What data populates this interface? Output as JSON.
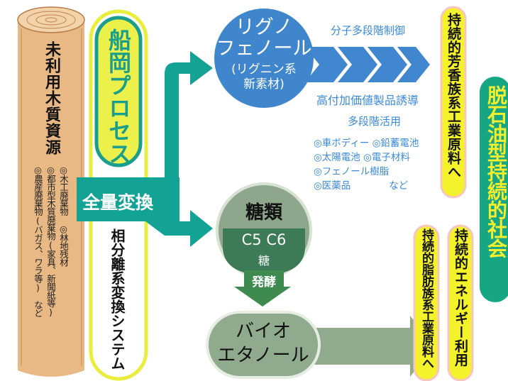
{
  "colors": {
    "log_wood": "#e9b985",
    "log_top": "#f3d3aa",
    "log_ring": "#b77a45",
    "funaoka_green": "#1a9e8d",
    "funaoka_border": "#e9ee3c",
    "funaoka_yellow": "#ecf04a",
    "teal_arrow": "#13a394",
    "lignin_blue": "#3f86cc",
    "chevron_blue": "#4187cf",
    "sugar_green": "#8ea78c",
    "sugar_dark": "#3d7a56",
    "ferment_green": "#3f8a4e",
    "ethanol_green": "#90aa8d",
    "output_yellow": "#f4f22a",
    "output_border": "#f6c6c0",
    "society_green": "#16a684",
    "society_text": "#f3ee2e"
  },
  "icons": {
    "arrow": "arrow-icon",
    "chevron": "chevron-icon"
  },
  "log": {
    "title": "未利用木質資源",
    "items": [
      "◎木工廃棄物　◎林地残材",
      "◎都市型木質廃棄物(家具、新聞紙等)",
      "◎農産廃棄物(バガス、ワラ等)　など"
    ]
  },
  "funaoka": {
    "process_label": "船岡プロセス",
    "conversion_label": "全量変換",
    "system_label": "相分離系変換システム"
  },
  "lignin": {
    "title": "リグノ\nフェノール",
    "subtitle": "(リグニン系\n新素材)",
    "control_label": "分子多段階制御",
    "derive_label": "高付加価値製品誘導",
    "multi_stage_label": "多段階活用",
    "uses": [
      "◎車ボディー ◎鉛蓄電池",
      "◎太陽電池 ◎電子材料",
      "◎フェノール樹脂",
      "◎医薬品　　　　など"
    ]
  },
  "sugar": {
    "title": "糖類",
    "badge_top": "C5 C6",
    "badge_bottom": "糖"
  },
  "ferment_label": "発酵",
  "ethanol": {
    "title": "バイオ\nエタノール"
  },
  "outputs": {
    "aromatic": "持続的芳香族系工業原料へ",
    "aliphatic": "持続的脂肪族系工業原料へ",
    "energy": "持続的エネルギー利用"
  },
  "society": "脱石油型持続的社会"
}
